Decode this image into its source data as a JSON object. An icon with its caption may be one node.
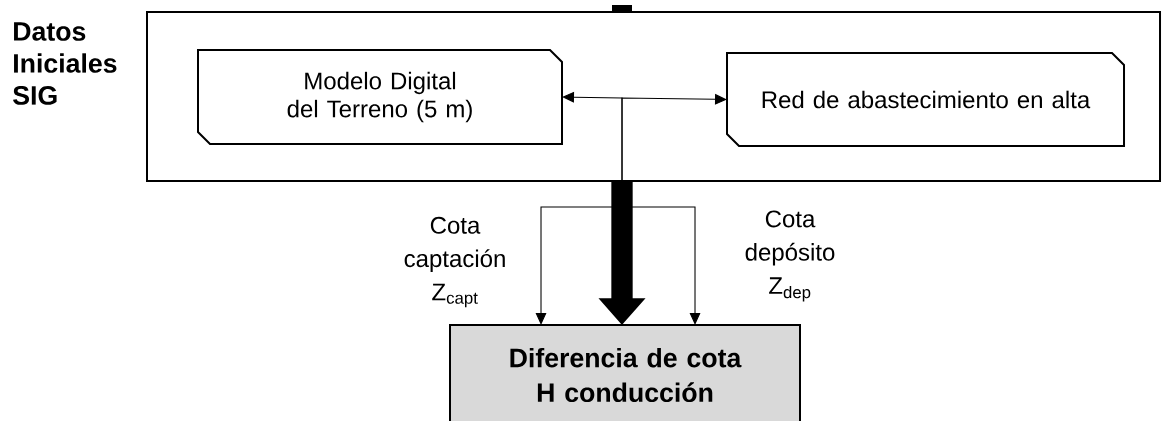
{
  "diagram": {
    "nodes": [
      {
        "text": [
          "Datos Iniciales SIG"
        ]
      },
      {
        "text": [
          "Modelo Digital del Terreno (5 m)"
        ],
        "in": 0
      },
      {
        "text": [
          "Red de abastecimiento en alta"
        ],
        "in": 0
      },
      {
        "text": [
          "Diferencia de cota H conducción"
        ]
      }
    ],
    "edges": [
      {
        "from": 0,
        "to": 1,
        "arrow": "to"
      },
      {
        "from": 0,
        "to": 2,
        "arrow": "to"
      },
      {
        "from": 0,
        "to": 3,
        "arrow": "to",
        "style": "thick"
      },
      {
        "from": 0,
        "to": 3,
        "arrow": "to",
        "label": "Cota captación Z$_{capt}$"
      },
      {
        "from": 0,
        "to": 3,
        "arrow": "to",
        "label": "Cota depósito Z$_{dep}$"
      }
    ]
  }
}
